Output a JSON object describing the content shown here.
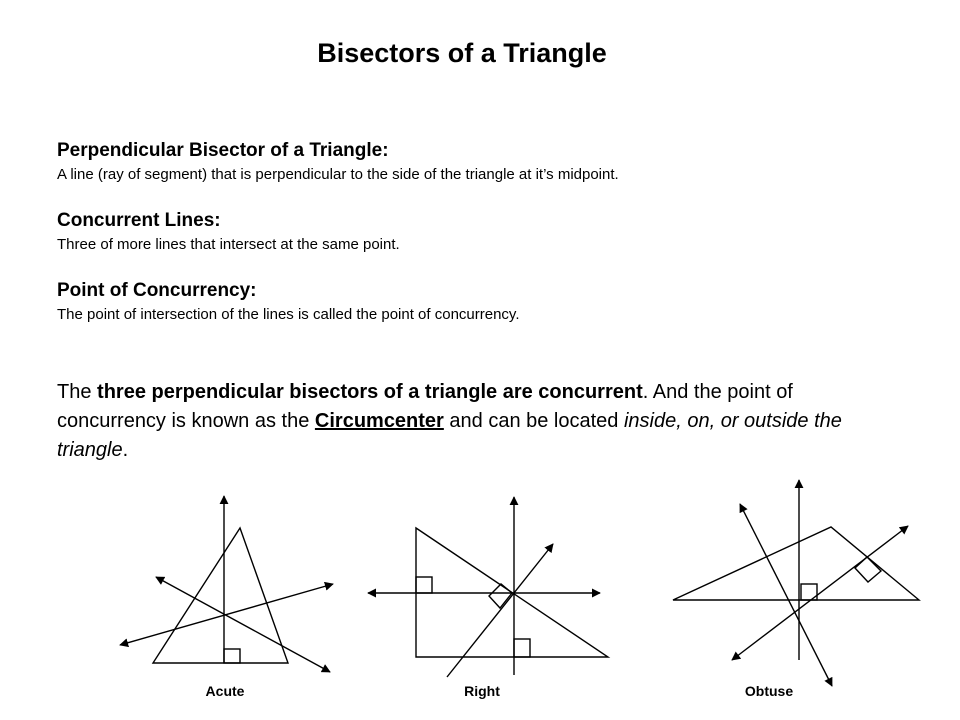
{
  "page": {
    "title": "Bisectors of a Triangle"
  },
  "definitions": [
    {
      "term": "Perpendicular Bisector of a Triangle:",
      "description": "A line (ray of segment) that is perpendicular to the side of the triangle at it’s midpoint."
    },
    {
      "term": "Concurrent Lines:",
      "description": "Three of more lines that intersect at the same point."
    },
    {
      "term": "Point of Concurrency:",
      "description": "The point of intersection of the lines is called the point of concurrency."
    }
  ],
  "summary": {
    "p1": "The ",
    "b1": "three perpendicular bisectors of a triangle are concurrent",
    "p2": ".  And the point of concurrency is known as the ",
    "u1": "Circumcenter",
    "p3": " and can be located ",
    "i1": "inside, on, or outside the triangle",
    "p4": "."
  },
  "figures": {
    "acute_label": "Acute",
    "right_label": "Right",
    "obtuse_label": "Obtuse"
  }
}
